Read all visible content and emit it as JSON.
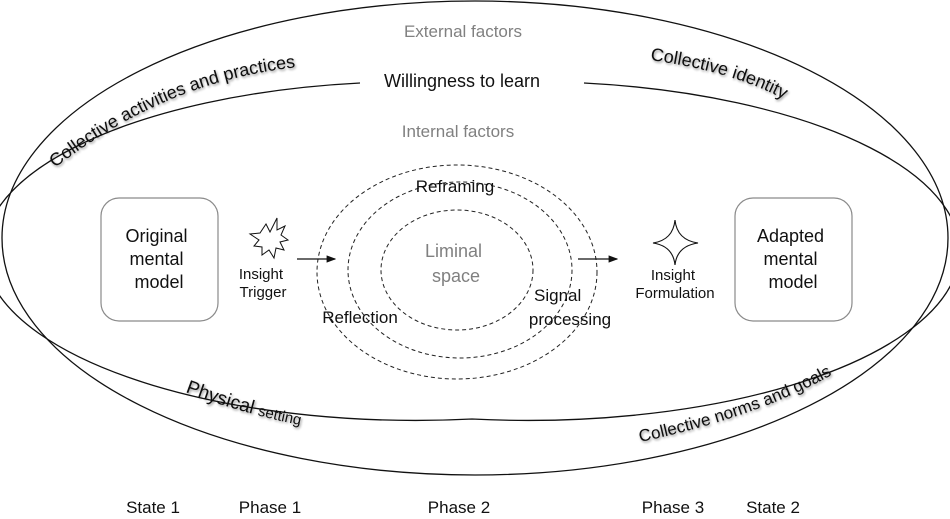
{
  "diagram": {
    "layers": {
      "external": "External factors",
      "internal": "Internal factors",
      "liminal": [
        "Liminal",
        "space"
      ]
    },
    "external_factors": {
      "top_left": "Collective activities and practices",
      "top_center": "Willingness to learn",
      "top_right": "Collective identity",
      "bottom_left_a": "Physical",
      "bottom_left_b": "setting",
      "bottom_right": "Collective norms and goals"
    },
    "internal_processes": {
      "reframing": "Reframing",
      "reflection": "Reflection",
      "signal": [
        "Signal",
        "processing"
      ]
    },
    "original_model": [
      "Original",
      "mental",
      "model"
    ],
    "adapted_model": [
      "Adapted",
      "mental",
      "model"
    ],
    "trigger": {
      "icon": "starburst-icon",
      "label": [
        "Insight",
        "Trigger"
      ]
    },
    "formulation": {
      "icon": "four-point-star-icon",
      "label": [
        "Insight",
        "Formulation"
      ]
    },
    "stages": [
      "State 1",
      "Phase 1",
      "Phase 2",
      "Phase 3",
      "State 2"
    ],
    "colors": {
      "line": "#111111",
      "grey_text": "#808080",
      "box_border": "#8a8a8a"
    }
  }
}
